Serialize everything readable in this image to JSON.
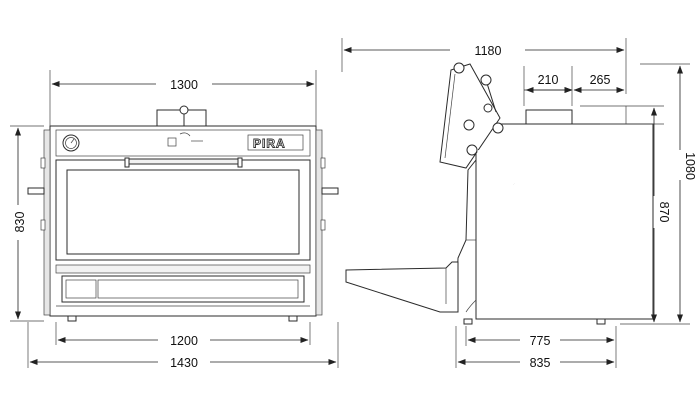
{
  "front_view": {
    "width_top": "1300",
    "height": "830",
    "width_inner": "1200",
    "width_total": "1430",
    "logo_text": "PIRA"
  },
  "side_view": {
    "depth_total_top": "1180",
    "offset_210": "210",
    "offset_265": "265",
    "height_total": "1080",
    "height_body": "870",
    "depth_body": "775",
    "depth_total": "835"
  }
}
